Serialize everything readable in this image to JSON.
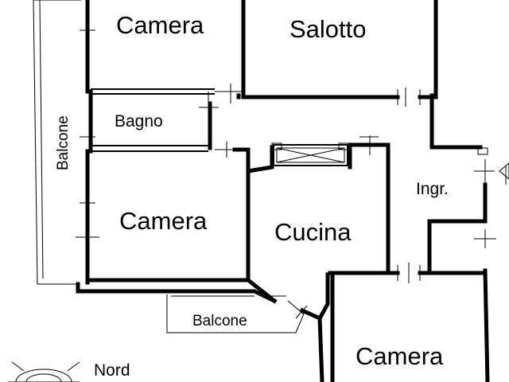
{
  "plan": {
    "rooms": {
      "camera_top": "Camera",
      "salotto": "Salotto",
      "bagno": "Bagno",
      "camera_left": "Camera",
      "cucina": "Cucina",
      "ingresso": "Ingr.",
      "camera_bottom": "Camera"
    },
    "balconies": {
      "left": "Balcone",
      "bottom": "Balcone"
    },
    "compass": {
      "label": "Nord"
    }
  }
}
